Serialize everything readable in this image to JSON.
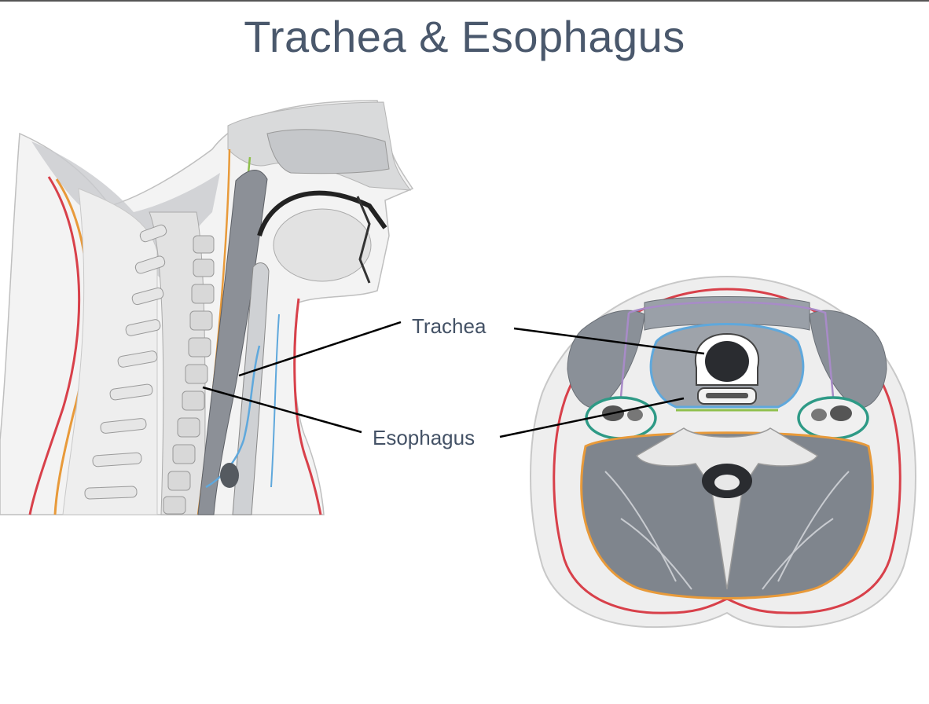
{
  "slide": {
    "title": "Trachea & Esophagus"
  },
  "labels": {
    "trachea": "Trachea",
    "esophagus": "Esophagus"
  },
  "figures": {
    "sagittal": "sagittal-head-neck-illustration",
    "axial": "axial-neck-cross-section-illustration"
  },
  "colors": {
    "title": "#4a586c",
    "label": "#445266",
    "skin_red": "#d8404a",
    "fascia_orange": "#e89a3a",
    "fascia_green": "#8fbf4c",
    "fascia_blue": "#5fa8dc",
    "fascia_teal": "#2e9a86",
    "fascia_purple": "#a88bc8",
    "muscle_gray": "#8a9098",
    "bone": "#e6e6e6"
  }
}
